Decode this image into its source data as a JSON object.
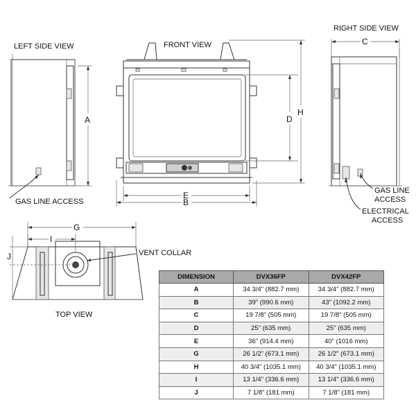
{
  "views": {
    "left_side": "LEFT SIDE VIEW",
    "front": "FRONT VIEW",
    "right_side": "RIGHT SIDE VIEW",
    "top": "TOP VIEW"
  },
  "callouts": {
    "gas_line_access_left": "GAS LINE ACCESS",
    "gas_line_right_1": "GAS LINE",
    "gas_line_right_2": "ACCESS",
    "electrical_1": "ELECTRICAL",
    "electrical_2": "ACCESS",
    "vent_collar": "VENT COLLAR"
  },
  "dim_letters": {
    "a": "A",
    "b": "B",
    "c": "C",
    "d": "D",
    "e": "E",
    "g": "G",
    "h": "H",
    "i": "I",
    "j": "J"
  },
  "table": {
    "headers": [
      "DIMENSION",
      "DVX36FP",
      "DVX42FP"
    ],
    "rows": [
      [
        "A",
        "34 3/4\" (882.7 mm)",
        "34 3/4\" (882.7 mm)"
      ],
      [
        "B",
        "39\" (990.6 mm)",
        "43\" (1092.2 mm)"
      ],
      [
        "C",
        "19 7/8\" (505 mm)",
        "19 7/8\" (505 mm)"
      ],
      [
        "D",
        "25\" (635 mm)",
        "25\" (635 mm)"
      ],
      [
        "E",
        "36\" (914.4 mm)",
        "40\" (1016 mm)"
      ],
      [
        "G",
        "26 1/2\" (673.1 mm)",
        "26 1/2\" (673.1 mm)"
      ],
      [
        "H",
        "40 3/4\" (1035.1 mm)",
        "40 3/4\" (1035.1 mm)"
      ],
      [
        "I",
        "13 1/4\" (336.6 mm)",
        "13 1/4\" (336.6 mm)"
      ],
      [
        "J",
        "7 1/8\" (181 mm)",
        "7 1/8\" (181 mm)"
      ]
    ]
  }
}
